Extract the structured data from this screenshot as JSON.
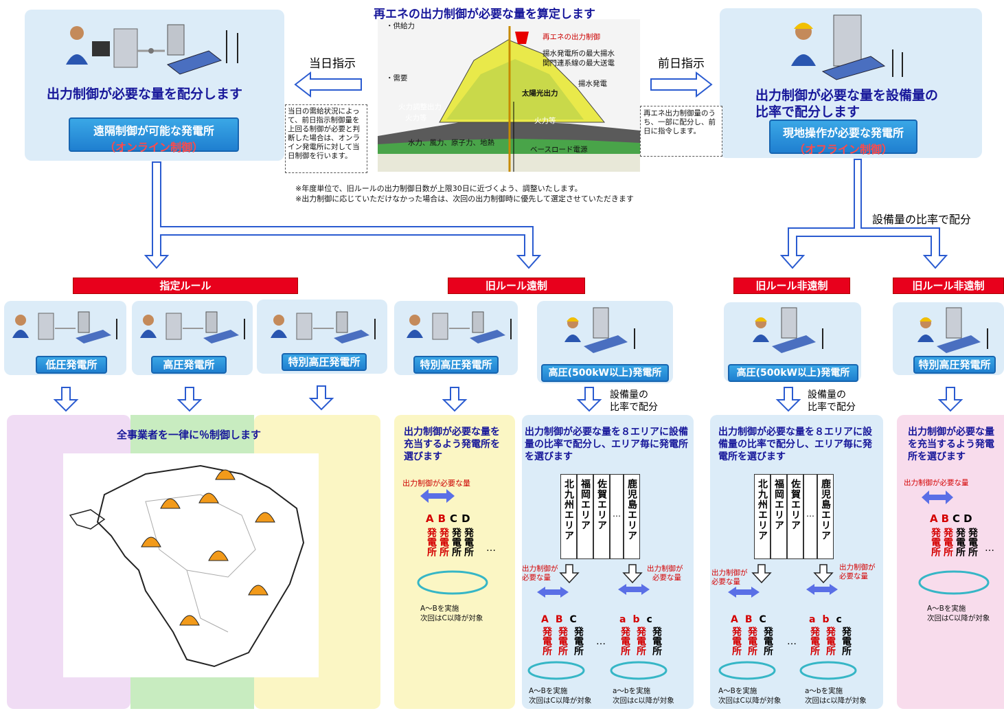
{
  "header": {
    "top_title": "再エネの出力制御が必要な量を算定します",
    "left_arrow_label": "当日指示",
    "right_arrow_label": "前日指示",
    "chart_labels": {
      "supply": "・供給力",
      "demand": "・需要",
      "curtail": "再エネの出力制御",
      "pump": "揚水発電所の最大揚水",
      "link": "関門連系線の最大送電",
      "pump_hydro": "揚水発電",
      "solar": "太陽光出力",
      "thermal_adj": "火力調整出力",
      "thermal_low": "火力等",
      "thermal": "火力等",
      "base": "水力、風力、原子力、地熱",
      "baseload": "ベースロード電源"
    },
    "left_note": "当日の需給状況によって、前日指示制御量を上回る制御が必要と判断した場合は、オンライン発電所に対して当日制御を行います。",
    "right_note": "再エネ出力制御量のうち、一部に配分し、前日に指令します。",
    "footnote1": "※年度単位で、旧ルールの出力制御日数が上限30日に近づくよう、調整いたします。",
    "footnote2": "※出力制御に応じていただけなかった場合は、次回の出力制御時に優先して選定させていただきます"
  },
  "left_panel": {
    "title": "出力制御が必要な量を配分します",
    "button_line1": "遠隔制御が可能な発電所",
    "button_line2": "（オンライン制御）"
  },
  "right_panel": {
    "title_line1": "出力制御が必要な量を設備量の",
    "title_line2": "比率で配分します",
    "button_line1": "現地操作が必要な発電所",
    "button_line2": "（オフライン制御）"
  },
  "branch_label": "設備量の比率で配分",
  "rule_bars": [
    "指定ルール",
    "旧ルール遠制",
    "旧ルール非遠制",
    "旧ルール非遠制"
  ],
  "sub_panels": [
    "低圧発電所",
    "高圧発電所",
    "特別高圧発電所",
    "特別高圧発電所",
    "高圧(500kW以上)発電所",
    "高圧(500kW以上)発電所",
    "特別高圧発電所"
  ],
  "ratio_label_line1": "設備量の",
  "ratio_label_line2": "比率で配分",
  "bottom": {
    "uniform_title": "全事業者を一律に％制御します",
    "select_title": "出力制御が必要な量を充当するよう発電所を選びます",
    "area_title": "出力制御が必要な量を８エリアに設備量の比率で配分し、エリア毎に発電所を選びます",
    "need_amount": "出力制御が必要な量",
    "need_amount_short1": "出力制御が",
    "need_amount_short2": "必要な量",
    "abcd": [
      "A",
      "B",
      "C",
      "D"
    ],
    "gen_chars": "発電所",
    "ellipsis": "…",
    "done_line1": "A～Bを実施",
    "done_line2": "次回はC以降が対象",
    "done_small_line1": "a～bを実施",
    "done_small_line2": "次回はc以降が対象",
    "areas": [
      "北九州エリア",
      "福岡エリア",
      "佐賀エリア",
      "…",
      "鹿児島エリア"
    ],
    "abc_lower": [
      "a",
      "b",
      "c"
    ]
  }
}
